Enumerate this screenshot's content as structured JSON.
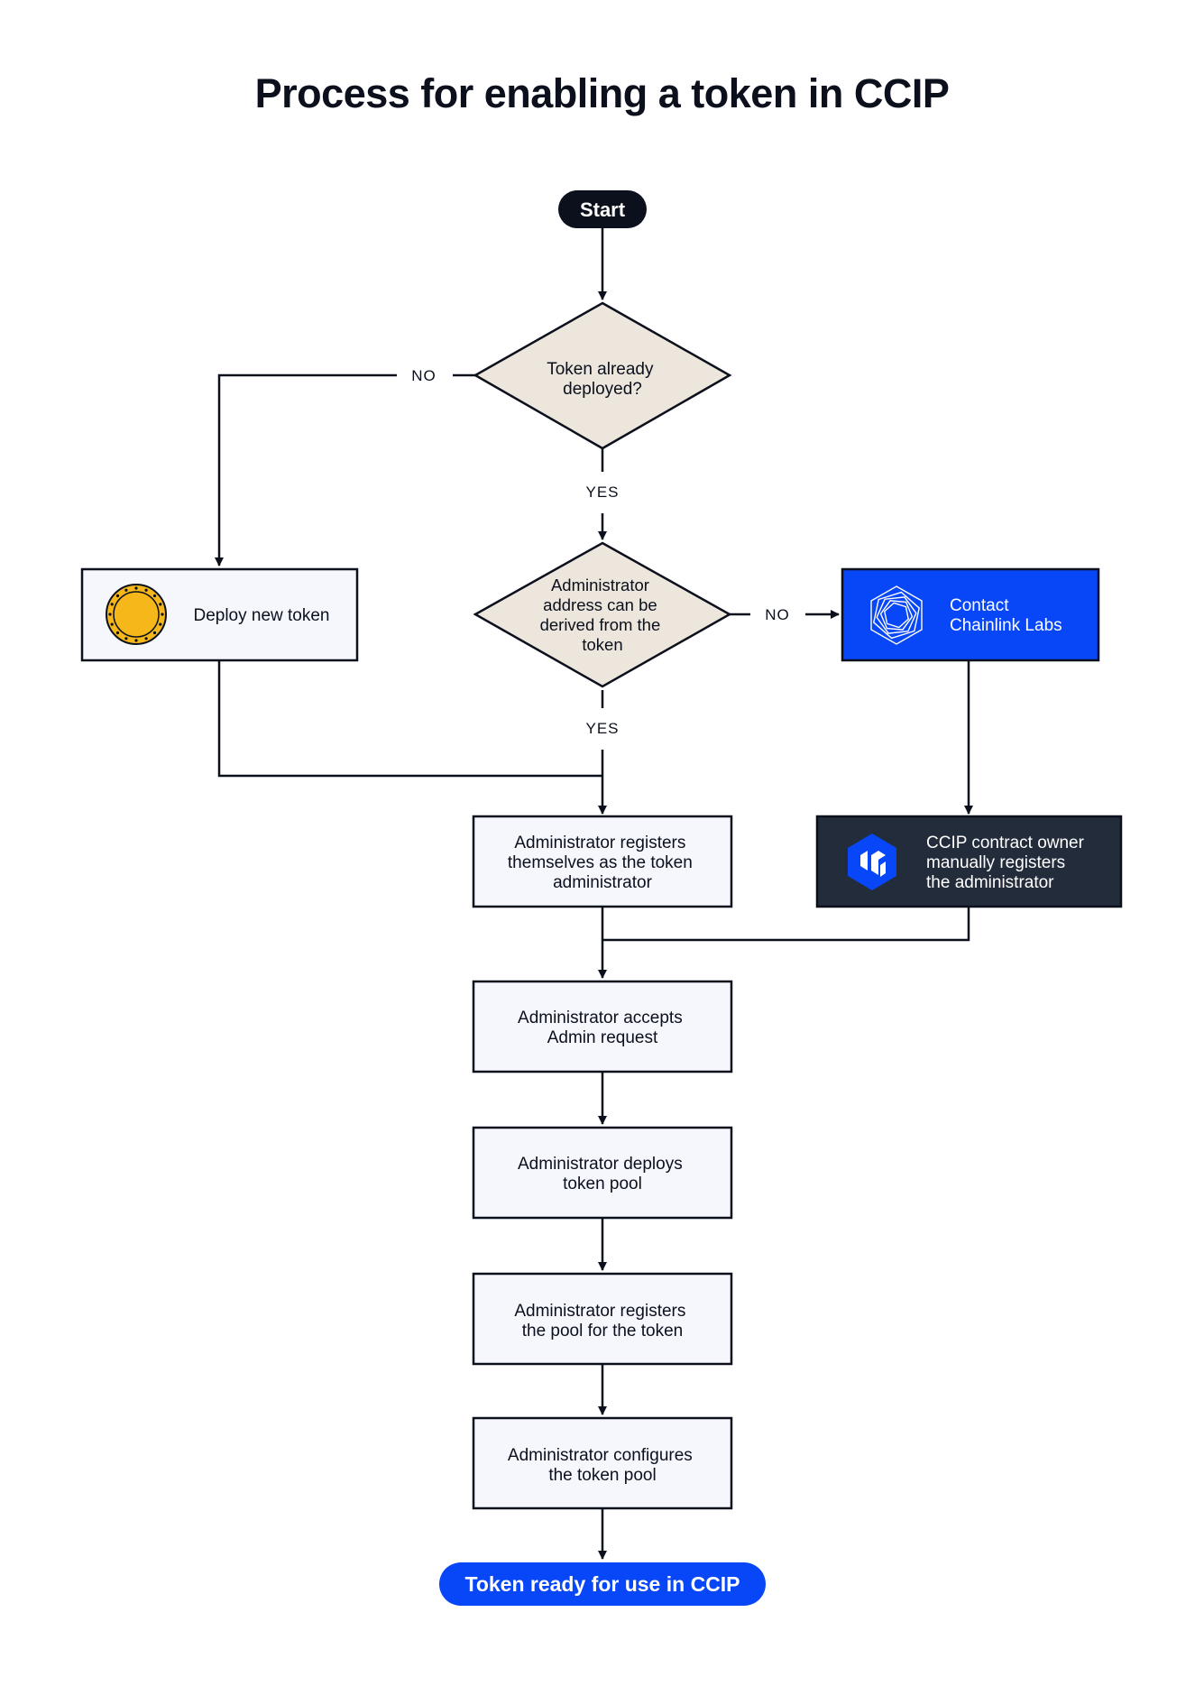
{
  "title": "Process for enabling a token in CCIP",
  "nodes": {
    "start": "Start",
    "token_deployed_q": [
      "Token already",
      "deployed?"
    ],
    "deploy_new_token": "Deploy new token",
    "admin_derived_q": [
      "Administrator",
      "address can be",
      "derived from the",
      "token"
    ],
    "contact_chainlink": [
      "Contact",
      "Chainlink Labs"
    ],
    "admin_registers_self": [
      "Administrator registers",
      "themselves as the token",
      "administrator"
    ],
    "ccip_owner_registers": [
      "CCIP contract owner",
      "manually registers",
      "the administrator"
    ],
    "admin_accepts": [
      "Administrator accepts",
      "Admin request"
    ],
    "admin_deploys_pool": [
      "Administrator deploys",
      "token pool"
    ],
    "admin_registers_pool": [
      "Administrator registers",
      "the pool for the token"
    ],
    "admin_configures_pool": [
      "Administrator configures",
      "the token pool"
    ],
    "end": "Token ready for use in CCIP"
  },
  "edge_labels": {
    "no_1": "NO",
    "yes_1": "YES",
    "no_2": "NO",
    "yes_2": "YES"
  },
  "colors": {
    "text": "#0b101c",
    "box_fill": "#f5f7fd",
    "diamond_fill": "#ece6dc",
    "brand_blue": "#0847f7",
    "dark_box": "#232c3a",
    "coin_gold": "#f5b719"
  },
  "icons": {
    "coin": "coin-icon",
    "chainlink": "chainlink-hexagon-icon",
    "ccip": "ccip-logo-icon"
  }
}
